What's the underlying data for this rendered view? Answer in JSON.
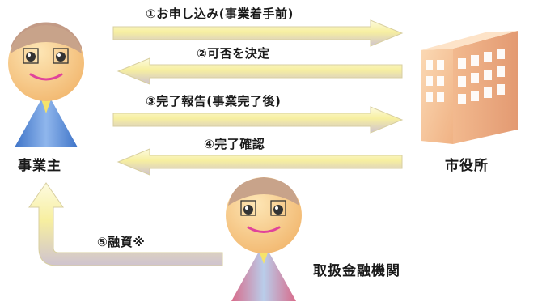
{
  "actors": {
    "business_owner": "事業主",
    "city_hall": "市役所",
    "bank": "取扱金融機関"
  },
  "steps": {
    "step1": "①お申し込み(事業着手前)",
    "step2": "②可否を決定",
    "step3": "③完了報告(事業完了後)",
    "step4": "④完了確認",
    "step5": "⑤融資※"
  },
  "colors": {
    "arrow_fill": "#f7f1a6",
    "arrow_shadow": "#c9c1d6",
    "face": "#f9d58d",
    "hair": "#c8a38a",
    "shirt_blue": "#5b8fd9",
    "shirt_pink": "#e58aa0",
    "building_front": "#f6c79b",
    "building_side": "#e8a77f"
  }
}
